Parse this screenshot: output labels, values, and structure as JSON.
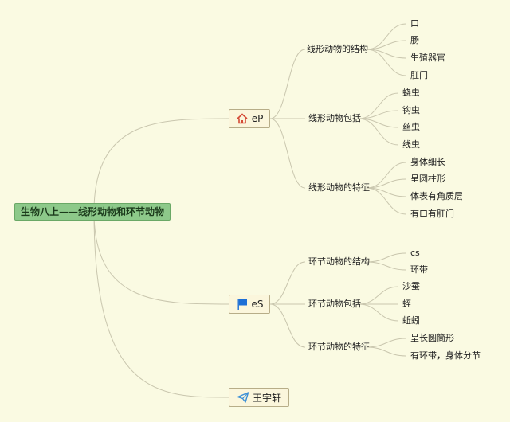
{
  "root": {
    "label": "生物八上——线形动物和环节动物"
  },
  "branches": [
    {
      "label": "eP",
      "icon": "house-icon",
      "groups": [
        {
          "label": "线形动物的结构",
          "items": [
            "口",
            "肠",
            "生殖器官",
            "肛门"
          ]
        },
        {
          "label": "线形动物包括",
          "items": [
            "蛲虫",
            "钩虫",
            "丝虫",
            "线虫"
          ]
        },
        {
          "label": "线形动物的特征",
          "items": [
            "身体细长",
            "呈圆柱形",
            "体表有角质层",
            "有口有肛门"
          ]
        }
      ]
    },
    {
      "label": "eS",
      "icon": "flag-icon",
      "groups": [
        {
          "label": "环节动物的结构",
          "items": [
            "cs",
            "环带"
          ]
        },
        {
          "label": "环节动物包括",
          "items": [
            "沙蚕",
            "蛭",
            "蚯蚓"
          ]
        },
        {
          "label": "环节动物的特征",
          "items": [
            "呈长圆筒形",
            "有环带，身体分节"
          ]
        }
      ]
    },
    {
      "label": "王宇轩",
      "icon": "paper-plane-icon",
      "groups": []
    }
  ],
  "colors": {
    "background": "#fafae2",
    "root_fill": "#8dc98a",
    "box_fill": "#fbf6dc",
    "line": "#c9c6ae",
    "flag": "#1d6fd6",
    "house": "#d44a36",
    "plane": "#3b8fd6"
  }
}
